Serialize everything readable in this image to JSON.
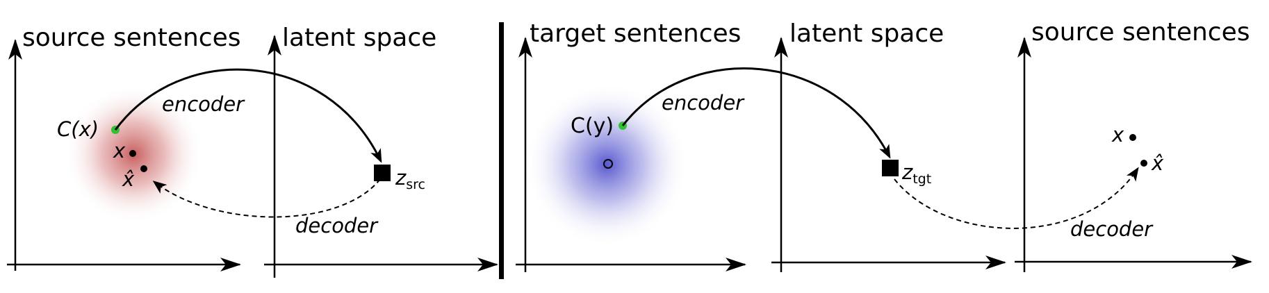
{
  "panels": {
    "p1_title": "source sentences",
    "p2_title": "latent space",
    "p3_title": "target sentences",
    "p4_title": "latent space",
    "p5_title": "source sentences"
  },
  "labels": {
    "cx": "C(x)",
    "x_left": "x",
    "xhat_left": "x̂",
    "encoder_left": "encoder",
    "decoder_left": "decoder",
    "z_src_main": "z",
    "z_src_sub": "src",
    "cy": "C(y)",
    "encoder_right": "encoder",
    "z_tgt_main": "z",
    "z_tgt_sub": "tgt",
    "x_right": "x",
    "xhat_right": "x̂",
    "decoder_right": "decoder"
  },
  "colors": {
    "noise_left": "#c44a4a",
    "noise_right": "#4a4ac4",
    "corrupted_point": "#2ec42e",
    "ink": "#000000"
  }
}
